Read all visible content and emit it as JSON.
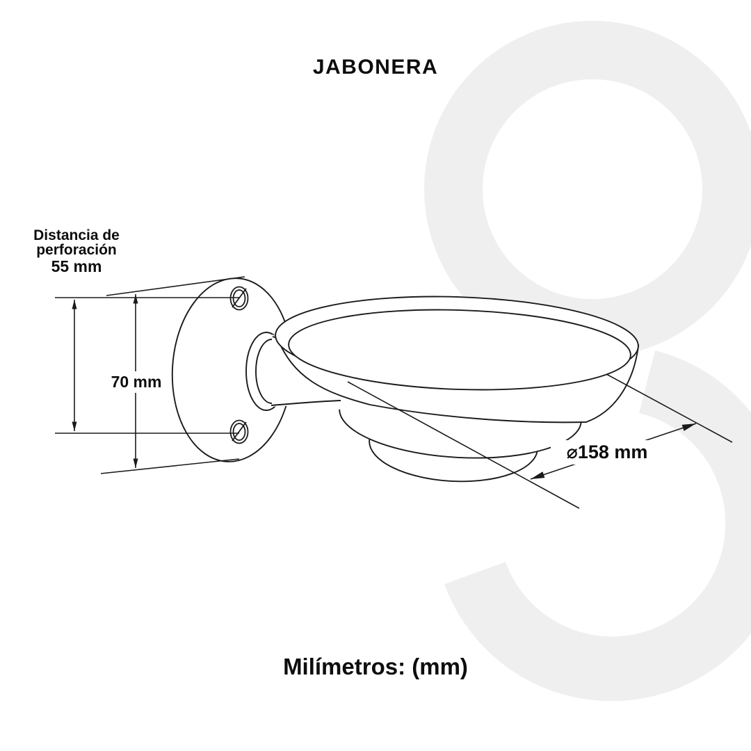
{
  "title": "JABONERA",
  "product": "soap-dish-technical-drawing",
  "footer_note": "Milímetros: (mm)",
  "dimensions": {
    "perforation": {
      "label_line1": "Distancia de",
      "label_line2": "perforación",
      "value": "55 mm"
    },
    "height": {
      "value": "70 mm"
    },
    "diameter": {
      "value": "⌀158 mm"
    }
  },
  "colors": {
    "background": "#ffffff",
    "line": "#1a1a1a",
    "text": "#0d0d0d",
    "watermark": "#efefef"
  }
}
